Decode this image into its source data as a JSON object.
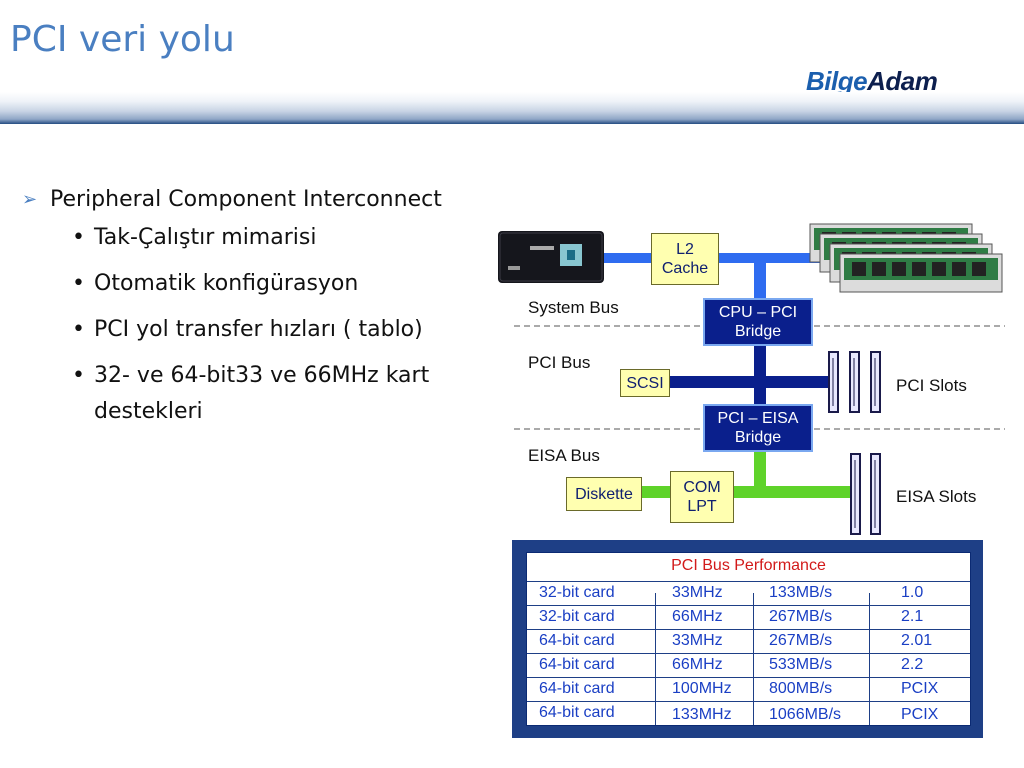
{
  "slide": {
    "title": "PCI veri yolu",
    "logo": {
      "part1": "Bilge",
      "part2": "Adam"
    }
  },
  "bullets": {
    "main": "Peripheral Component Interconnect",
    "subs": [
      "Tak-Çalıştır mimarisi",
      "Otomatik konfigürasyon",
      "PCI yol transfer hızları ( tablo)",
      "32- ve 64-bit33 ve 66MHz kart destekleri"
    ]
  },
  "diagram": {
    "labels": {
      "system_bus": "System Bus",
      "pci_bus": "PCI Bus",
      "eisa_bus": "EISA Bus",
      "pci_slots": "PCI Slots",
      "eisa_slots": "EISA Slots"
    },
    "boxes": {
      "l2_cache": [
        "L2",
        "Cache"
      ],
      "cpu_pci_bridge": [
        "CPU – PCI",
        "Bridge"
      ],
      "scsi": "SCSI",
      "pci_eisa_bridge": [
        "PCI – EISA",
        "Bridge"
      ],
      "com_lpt": [
        "COM",
        "LPT"
      ],
      "diskette": "Diskette"
    },
    "colors": {
      "system_bus": "#2f6cf0",
      "pci_bus": "#0a1f8c",
      "eisa_bus": "#5fd32a"
    }
  },
  "performance_table": {
    "title": "PCI Bus Performance",
    "rows": [
      [
        "32-bit card",
        "33MHz",
        "133MB/s",
        "1.0"
      ],
      [
        "32-bit card",
        "66MHz",
        "267MB/s",
        "2.1"
      ],
      [
        "64-bit card",
        "33MHz",
        "267MB/s",
        "2.01"
      ],
      [
        "64-bit card",
        "66MHz",
        "533MB/s",
        "2.2"
      ],
      [
        "64-bit card",
        "100MHz",
        "800MB/s",
        "PCIX"
      ],
      [
        "64-bit card",
        "133MHz",
        "1066MB/s",
        "PCIX"
      ]
    ]
  }
}
